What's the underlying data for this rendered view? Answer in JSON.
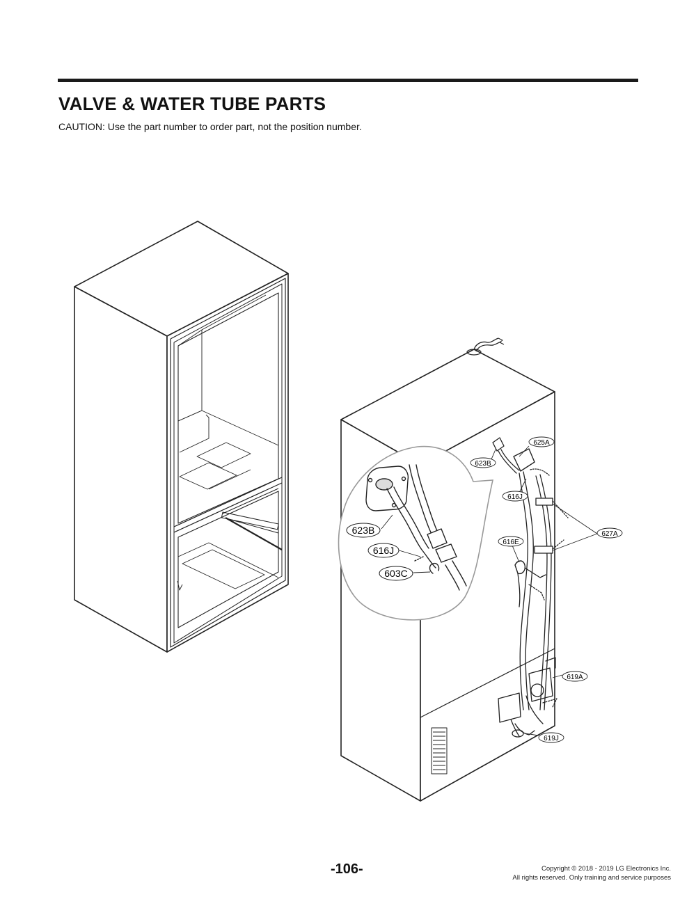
{
  "header": {
    "title": "VALVE & WATER TUBE PARTS",
    "caution": "CAUTION: Use the part number to order part, not the position number."
  },
  "callouts": {
    "c625A": "625A",
    "c623B": "623B",
    "c616J": "616J",
    "c627A": "627A",
    "c616E": "616E",
    "c619A": "619A",
    "c619J": "619J",
    "d623B": "623B",
    "d616J": "616J",
    "d603C": "603C"
  },
  "footer": {
    "page_number": "-106-",
    "copyright_line1": "Copyright © 2018 - 2019 LG Electronics Inc.",
    "copyright_line2": "All rights reserved. Only training and service purposes"
  }
}
